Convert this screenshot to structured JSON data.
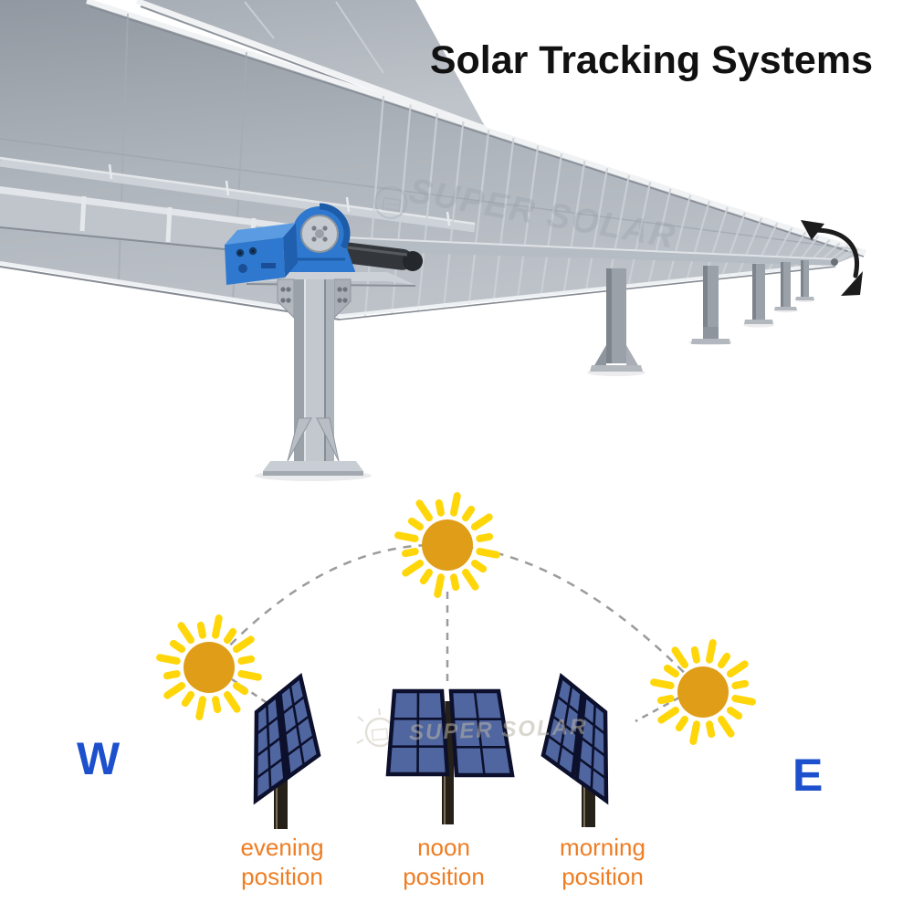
{
  "title": "Solar Tracking Systems",
  "watermark": {
    "text": "SUPER SOLAR"
  },
  "compass": {
    "west": "W",
    "east": "E"
  },
  "positions": [
    {
      "line1": "evening",
      "line2": "position"
    },
    {
      "line1": "noon",
      "line2": "position"
    },
    {
      "line1": "morning",
      "line2": "position"
    }
  ],
  "icons": {
    "rotation_arrow": "curved-double-headed-arrow",
    "sun": "sun-with-rays",
    "logo": "sun-panel-logo"
  },
  "colors": {
    "title_text": "#111111",
    "label_orange": "#ee7d23",
    "compass_blue": "#1d50cc",
    "sun_core": "#e09d18",
    "sun_rays": "#ffd60a",
    "panel_cell": "#5066a0",
    "panel_frame": "#0c102c",
    "drive_blue": "#2e79cf",
    "structure_gray": "#b7bcc3",
    "arrow_black": "#1c1c1c"
  }
}
